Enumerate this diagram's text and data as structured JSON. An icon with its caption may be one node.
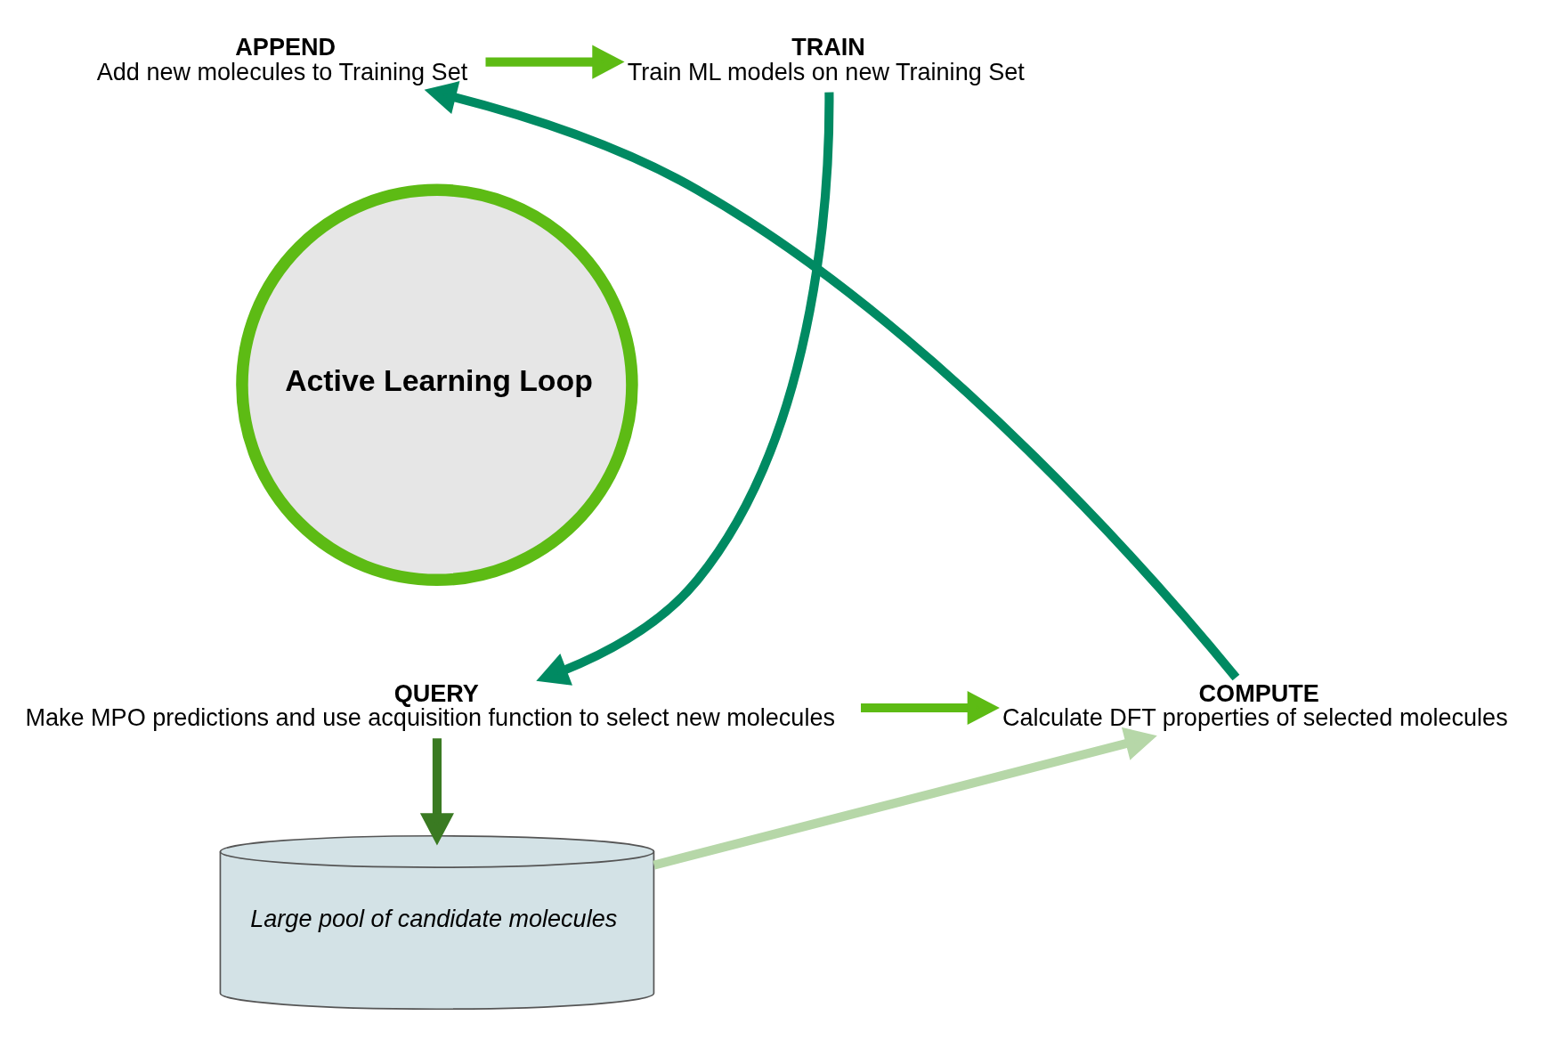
{
  "diagram": {
    "nodes": [
      {
        "text": [
          "APPEND",
          "Add new molecules to Training Set"
        ]
      },
      {
        "text": [
          "TRAIN",
          "Train ML models on new Training Set"
        ]
      },
      {
        "text": [
          "Active Learning Loop"
        ]
      },
      {
        "text": [
          "COMPUTE",
          "Calculate DFT properties of selected molecules"
        ]
      },
      {
        "text": [
          "QUERY",
          "Make MPO predictions and use acquisition function to select new molecules"
        ]
      },
      {
        "text": [
          "Large pool of candidate molecules"
        ]
      }
    ],
    "edges": [
      {
        "from": 0,
        "to": 1,
        "arrow": "to",
        "color": "#5dbb14"
      },
      {
        "from": 1,
        "to": 4,
        "arrow": "to",
        "color": "#008a62"
      },
      {
        "from": 4,
        "to": 3,
        "arrow": "to",
        "color": "#5dbb14"
      },
      {
        "from": 3,
        "to": 0,
        "arrow": "to",
        "color": "#008a62"
      },
      {
        "from": 4,
        "to": 5,
        "arrow": "to",
        "color": "#3a7a22"
      },
      {
        "from": 5,
        "to": 3,
        "arrow": "to",
        "color": "#b6d7a8"
      }
    ]
  }
}
